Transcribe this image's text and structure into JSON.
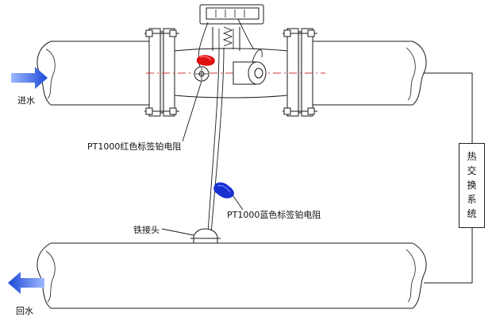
{
  "labels": {
    "inlet": "进水",
    "return": "回水",
    "red_sensor": "PT1000红色标签铂电阻",
    "blue_sensor": "PT1000蓝色标签铂电阻",
    "fitting": "铁接头",
    "heat_exchange": "热交换系统"
  },
  "colors": {
    "arrow": "#2f5fd6",
    "red_tag": "#e01010",
    "blue_tag": "#1a2fd0",
    "line": "#1a1a1a",
    "centerline": "#d23a3a"
  }
}
